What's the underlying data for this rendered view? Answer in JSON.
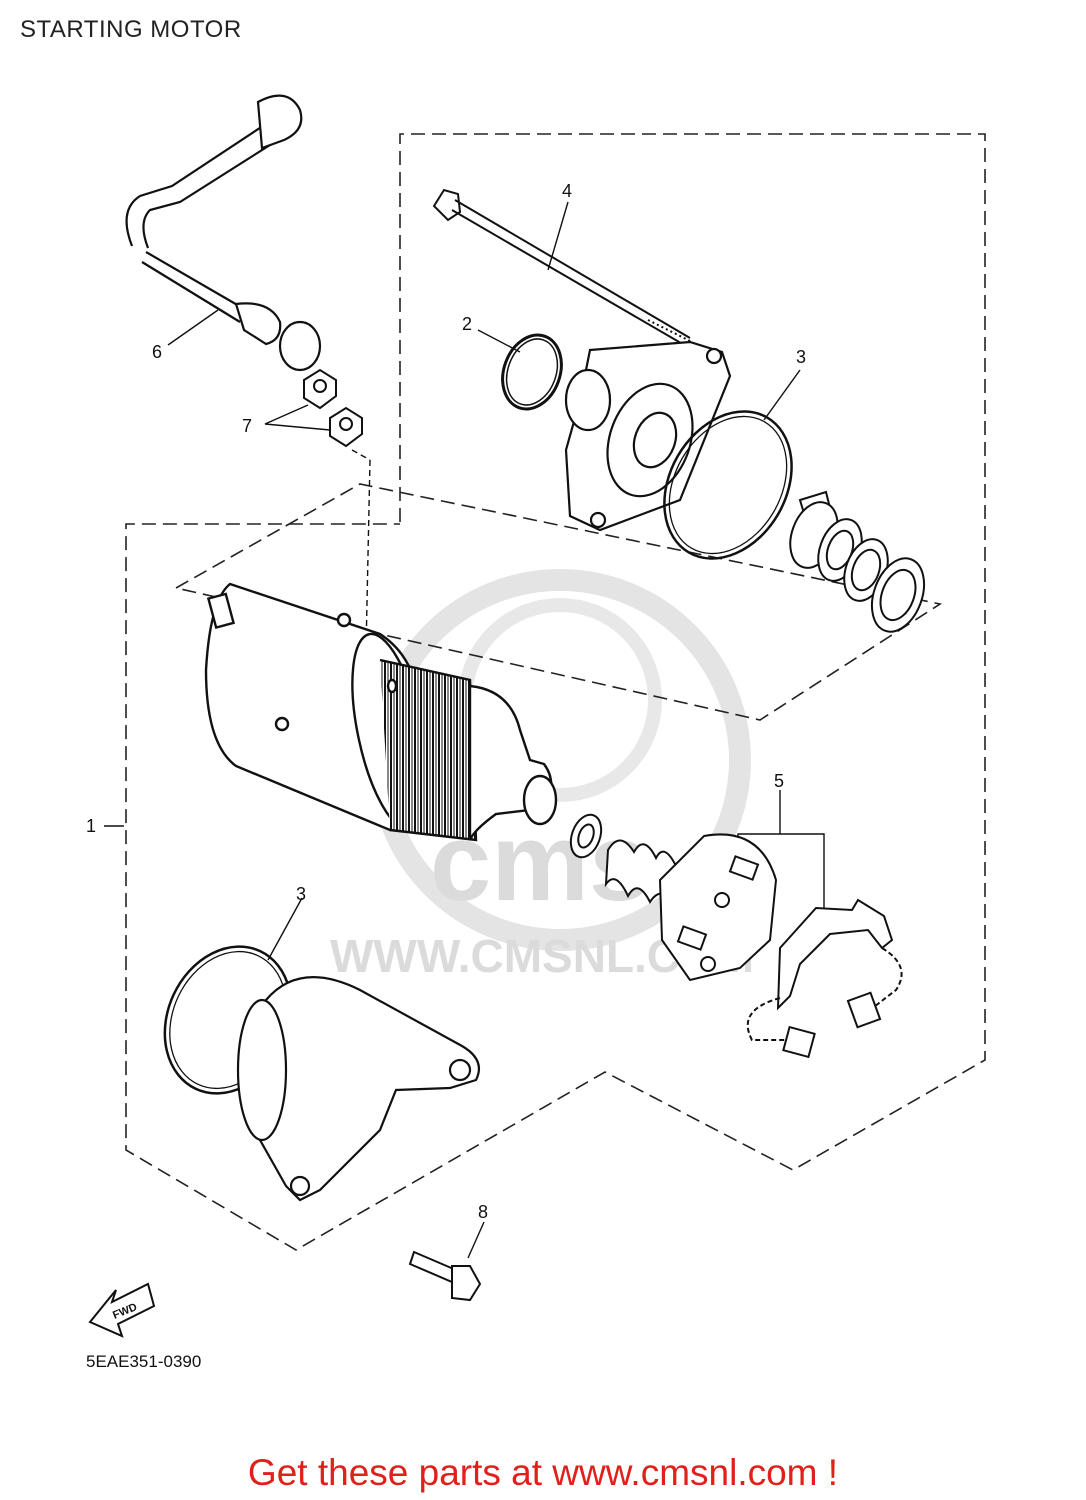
{
  "header": {
    "title": "STARTING MOTOR"
  },
  "callouts": [
    "1",
    "2",
    "3",
    "3",
    "4",
    "5",
    "6",
    "7",
    "8"
  ],
  "fwd_label": "FWD",
  "diagram_code": "5EAE351-0390",
  "watermark": {
    "brand": "cms",
    "url": "WWW.CMSNL.COM"
  },
  "footer": {
    "promo_text": "Get these parts at www.cmsnl.com !"
  }
}
